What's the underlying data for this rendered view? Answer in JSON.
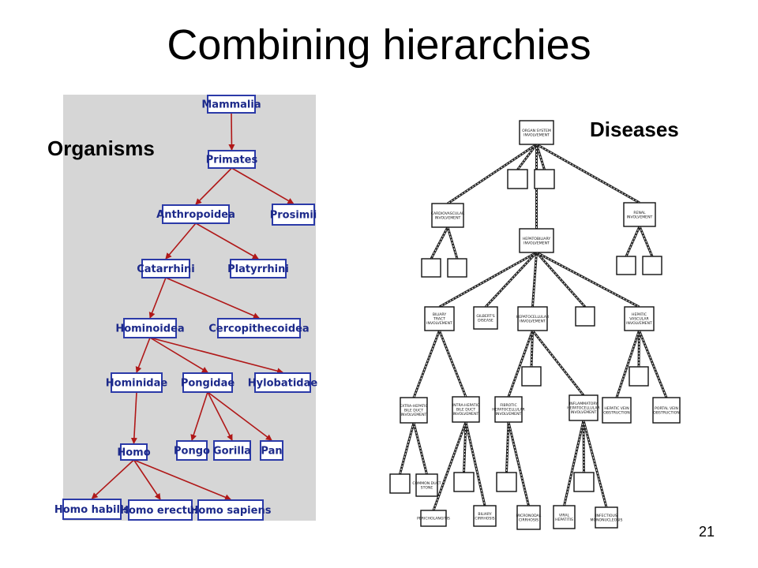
{
  "title": "Combining hierarchies",
  "labels": {
    "organisms": "Organisms",
    "diseases": "Diseases"
  },
  "page_number": "21",
  "colors": {
    "organism_edge": "#b01818",
    "organism_border": "#2b3aa8",
    "organism_text": "#1d2a8a",
    "panel_bg": "#d6d6d6"
  },
  "organisms": {
    "nodes": [
      {
        "id": "mammalia",
        "label": "Mammalia"
      },
      {
        "id": "primates",
        "label": "Primates"
      },
      {
        "id": "anthropoidea",
        "label": "Anthropoidea"
      },
      {
        "id": "prosimii",
        "label": "Prosimii"
      },
      {
        "id": "catarrhini",
        "label": "Catarrhini"
      },
      {
        "id": "platyrrhini",
        "label": "Platyrrhini"
      },
      {
        "id": "hominoidea",
        "label": "Hominoidea"
      },
      {
        "id": "cercopithecoidea",
        "label": "Cercopithecoidea"
      },
      {
        "id": "hominidae",
        "label": "Hominidae"
      },
      {
        "id": "pongidae",
        "label": "Pongidae"
      },
      {
        "id": "hylobatidae",
        "label": "Hylobatidae"
      },
      {
        "id": "homo",
        "label": "Homo"
      },
      {
        "id": "pongo",
        "label": "Pongo"
      },
      {
        "id": "gorilla",
        "label": "Gorilla"
      },
      {
        "id": "pan",
        "label": "Pan"
      },
      {
        "id": "homo_habilis",
        "label": "Homo habilis"
      },
      {
        "id": "homo_erectus",
        "label": "Homo erectus"
      },
      {
        "id": "homo_sapiens",
        "label": "Homo sapiens"
      }
    ],
    "edges": [
      [
        "mammalia",
        "primates"
      ],
      [
        "primates",
        "anthropoidea"
      ],
      [
        "primates",
        "prosimii"
      ],
      [
        "anthropoidea",
        "catarrhini"
      ],
      [
        "anthropoidea",
        "platyrrhini"
      ],
      [
        "catarrhini",
        "hominoidea"
      ],
      [
        "catarrhini",
        "cercopithecoidea"
      ],
      [
        "hominoidea",
        "hominidae"
      ],
      [
        "hominoidea",
        "pongidae"
      ],
      [
        "hominoidea",
        "hylobatidae"
      ],
      [
        "hominidae",
        "homo"
      ],
      [
        "pongidae",
        "pongo"
      ],
      [
        "pongidae",
        "gorilla"
      ],
      [
        "pongidae",
        "pan"
      ],
      [
        "homo",
        "homo_habilis"
      ],
      [
        "homo",
        "homo_erectus"
      ],
      [
        "homo",
        "homo_sapiens"
      ]
    ]
  },
  "diseases": {
    "nodes": [
      {
        "id": "organ",
        "label": "ORGAN SYSTEM INVOLVEMENT"
      },
      {
        "id": "e1",
        "label": ""
      },
      {
        "id": "e2",
        "label": ""
      },
      {
        "id": "cardio",
        "label": "CARDIOVASCULAR INVOLVEMENT"
      },
      {
        "id": "hepato",
        "label": "HEPATOBILIARY INVOLVEMENT"
      },
      {
        "id": "renal",
        "label": "RENAL INVOLVEMENT"
      },
      {
        "id": "e3",
        "label": ""
      },
      {
        "id": "e4",
        "label": ""
      },
      {
        "id": "e5",
        "label": ""
      },
      {
        "id": "e6",
        "label": ""
      },
      {
        "id": "biliary_tract",
        "label": "BILIARY TRACT INVOLVEMENT"
      },
      {
        "id": "gilbert",
        "label": "GILBERT'S DISEASE"
      },
      {
        "id": "hepatocell",
        "label": "HEPATOCELLULAR INVOLVEMENT"
      },
      {
        "id": "e7",
        "label": ""
      },
      {
        "id": "hepvasc",
        "label": "HEPATIC VASCULAR INVOLVEMENT"
      },
      {
        "id": "extra",
        "label": "EXTRA-HEPATIC BILE DUCT INVOLVEMENT"
      },
      {
        "id": "intra",
        "label": "INTRA-HEPATIC BILE DUCT INVOLVEMENT"
      },
      {
        "id": "e8",
        "label": ""
      },
      {
        "id": "fibrotic",
        "label": "FIBROTIC HEPATOCELLULAR INVOLVEMENT"
      },
      {
        "id": "inflam",
        "label": "INFLAMMATORY HEPATOCELLULAR INVOLVEMENT"
      },
      {
        "id": "e9",
        "label": ""
      },
      {
        "id": "hepvein",
        "label": "HEPATIC VEIN OBSTRUCTION"
      },
      {
        "id": "portal",
        "label": "PORTAL VEIN OBSTRUCTION"
      },
      {
        "id": "e10",
        "label": ""
      },
      {
        "id": "common",
        "label": "COMMON DUCT STONE"
      },
      {
        "id": "e11",
        "label": ""
      },
      {
        "id": "e12",
        "label": ""
      },
      {
        "id": "e13",
        "label": ""
      },
      {
        "id": "pericho",
        "label": "PERICHOLANGITIS"
      },
      {
        "id": "bilcirr",
        "label": "BILIARY CIRRHOSIS"
      },
      {
        "id": "micro",
        "label": "MICRONODAL CIRRHOSIS"
      },
      {
        "id": "viral",
        "label": "VIRAL HEPATITIS"
      },
      {
        "id": "infect",
        "label": "INFECTIOUS MONONUCLEOSIS"
      }
    ],
    "edges": [
      [
        "organ",
        "e1"
      ],
      [
        "organ",
        "e2"
      ],
      [
        "organ",
        "cardio"
      ],
      [
        "organ",
        "hepato"
      ],
      [
        "organ",
        "renal"
      ],
      [
        "cardio",
        "e3"
      ],
      [
        "cardio",
        "e4"
      ],
      [
        "renal",
        "e5"
      ],
      [
        "renal",
        "e6"
      ],
      [
        "hepato",
        "biliary_tract"
      ],
      [
        "hepato",
        "gilbert"
      ],
      [
        "hepato",
        "hepatocell"
      ],
      [
        "hepato",
        "e7"
      ],
      [
        "hepato",
        "hepvasc"
      ],
      [
        "biliary_tract",
        "extra"
      ],
      [
        "biliary_tract",
        "intra"
      ],
      [
        "hepatocell",
        "e8"
      ],
      [
        "hepatocell",
        "fibrotic"
      ],
      [
        "hepatocell",
        "inflam"
      ],
      [
        "hepvasc",
        "e9"
      ],
      [
        "hepvasc",
        "hepvein"
      ],
      [
        "hepvasc",
        "portal"
      ],
      [
        "extra",
        "e10"
      ],
      [
        "extra",
        "common"
      ],
      [
        "intra",
        "e11"
      ],
      [
        "intra",
        "pericho"
      ],
      [
        "intra",
        "bilcirr"
      ],
      [
        "fibrotic",
        "e12"
      ],
      [
        "fibrotic",
        "micro"
      ],
      [
        "inflam",
        "e13"
      ],
      [
        "inflam",
        "viral"
      ],
      [
        "inflam",
        "infect"
      ]
    ]
  }
}
